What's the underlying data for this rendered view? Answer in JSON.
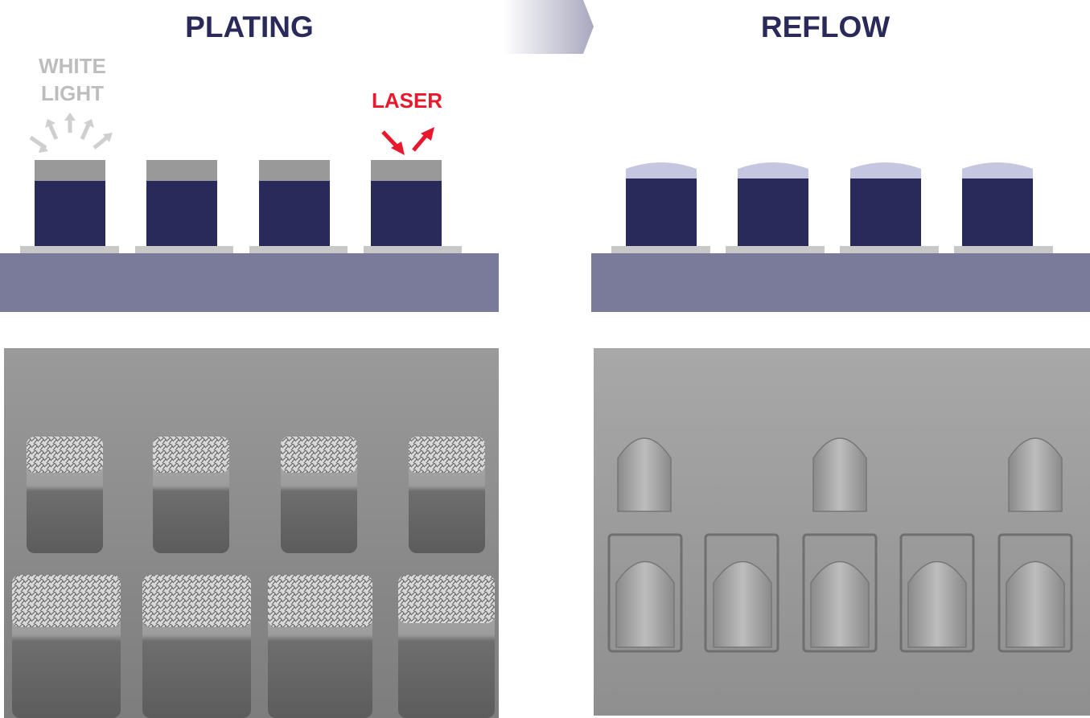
{
  "titles": {
    "left": "PLATING",
    "right": "REFLOW"
  },
  "labels": {
    "white_light_1": "WHITE",
    "white_light_2": "LIGHT",
    "laser": "LASER"
  },
  "colors": {
    "navy": "#2a2a5a",
    "substrate": "#7a7a9a",
    "pad": "#c8c8c8",
    "cap": "#999999",
    "dome": "#c5c6e0",
    "laser": "#e8192c",
    "white_light": "#bdbdbd"
  }
}
